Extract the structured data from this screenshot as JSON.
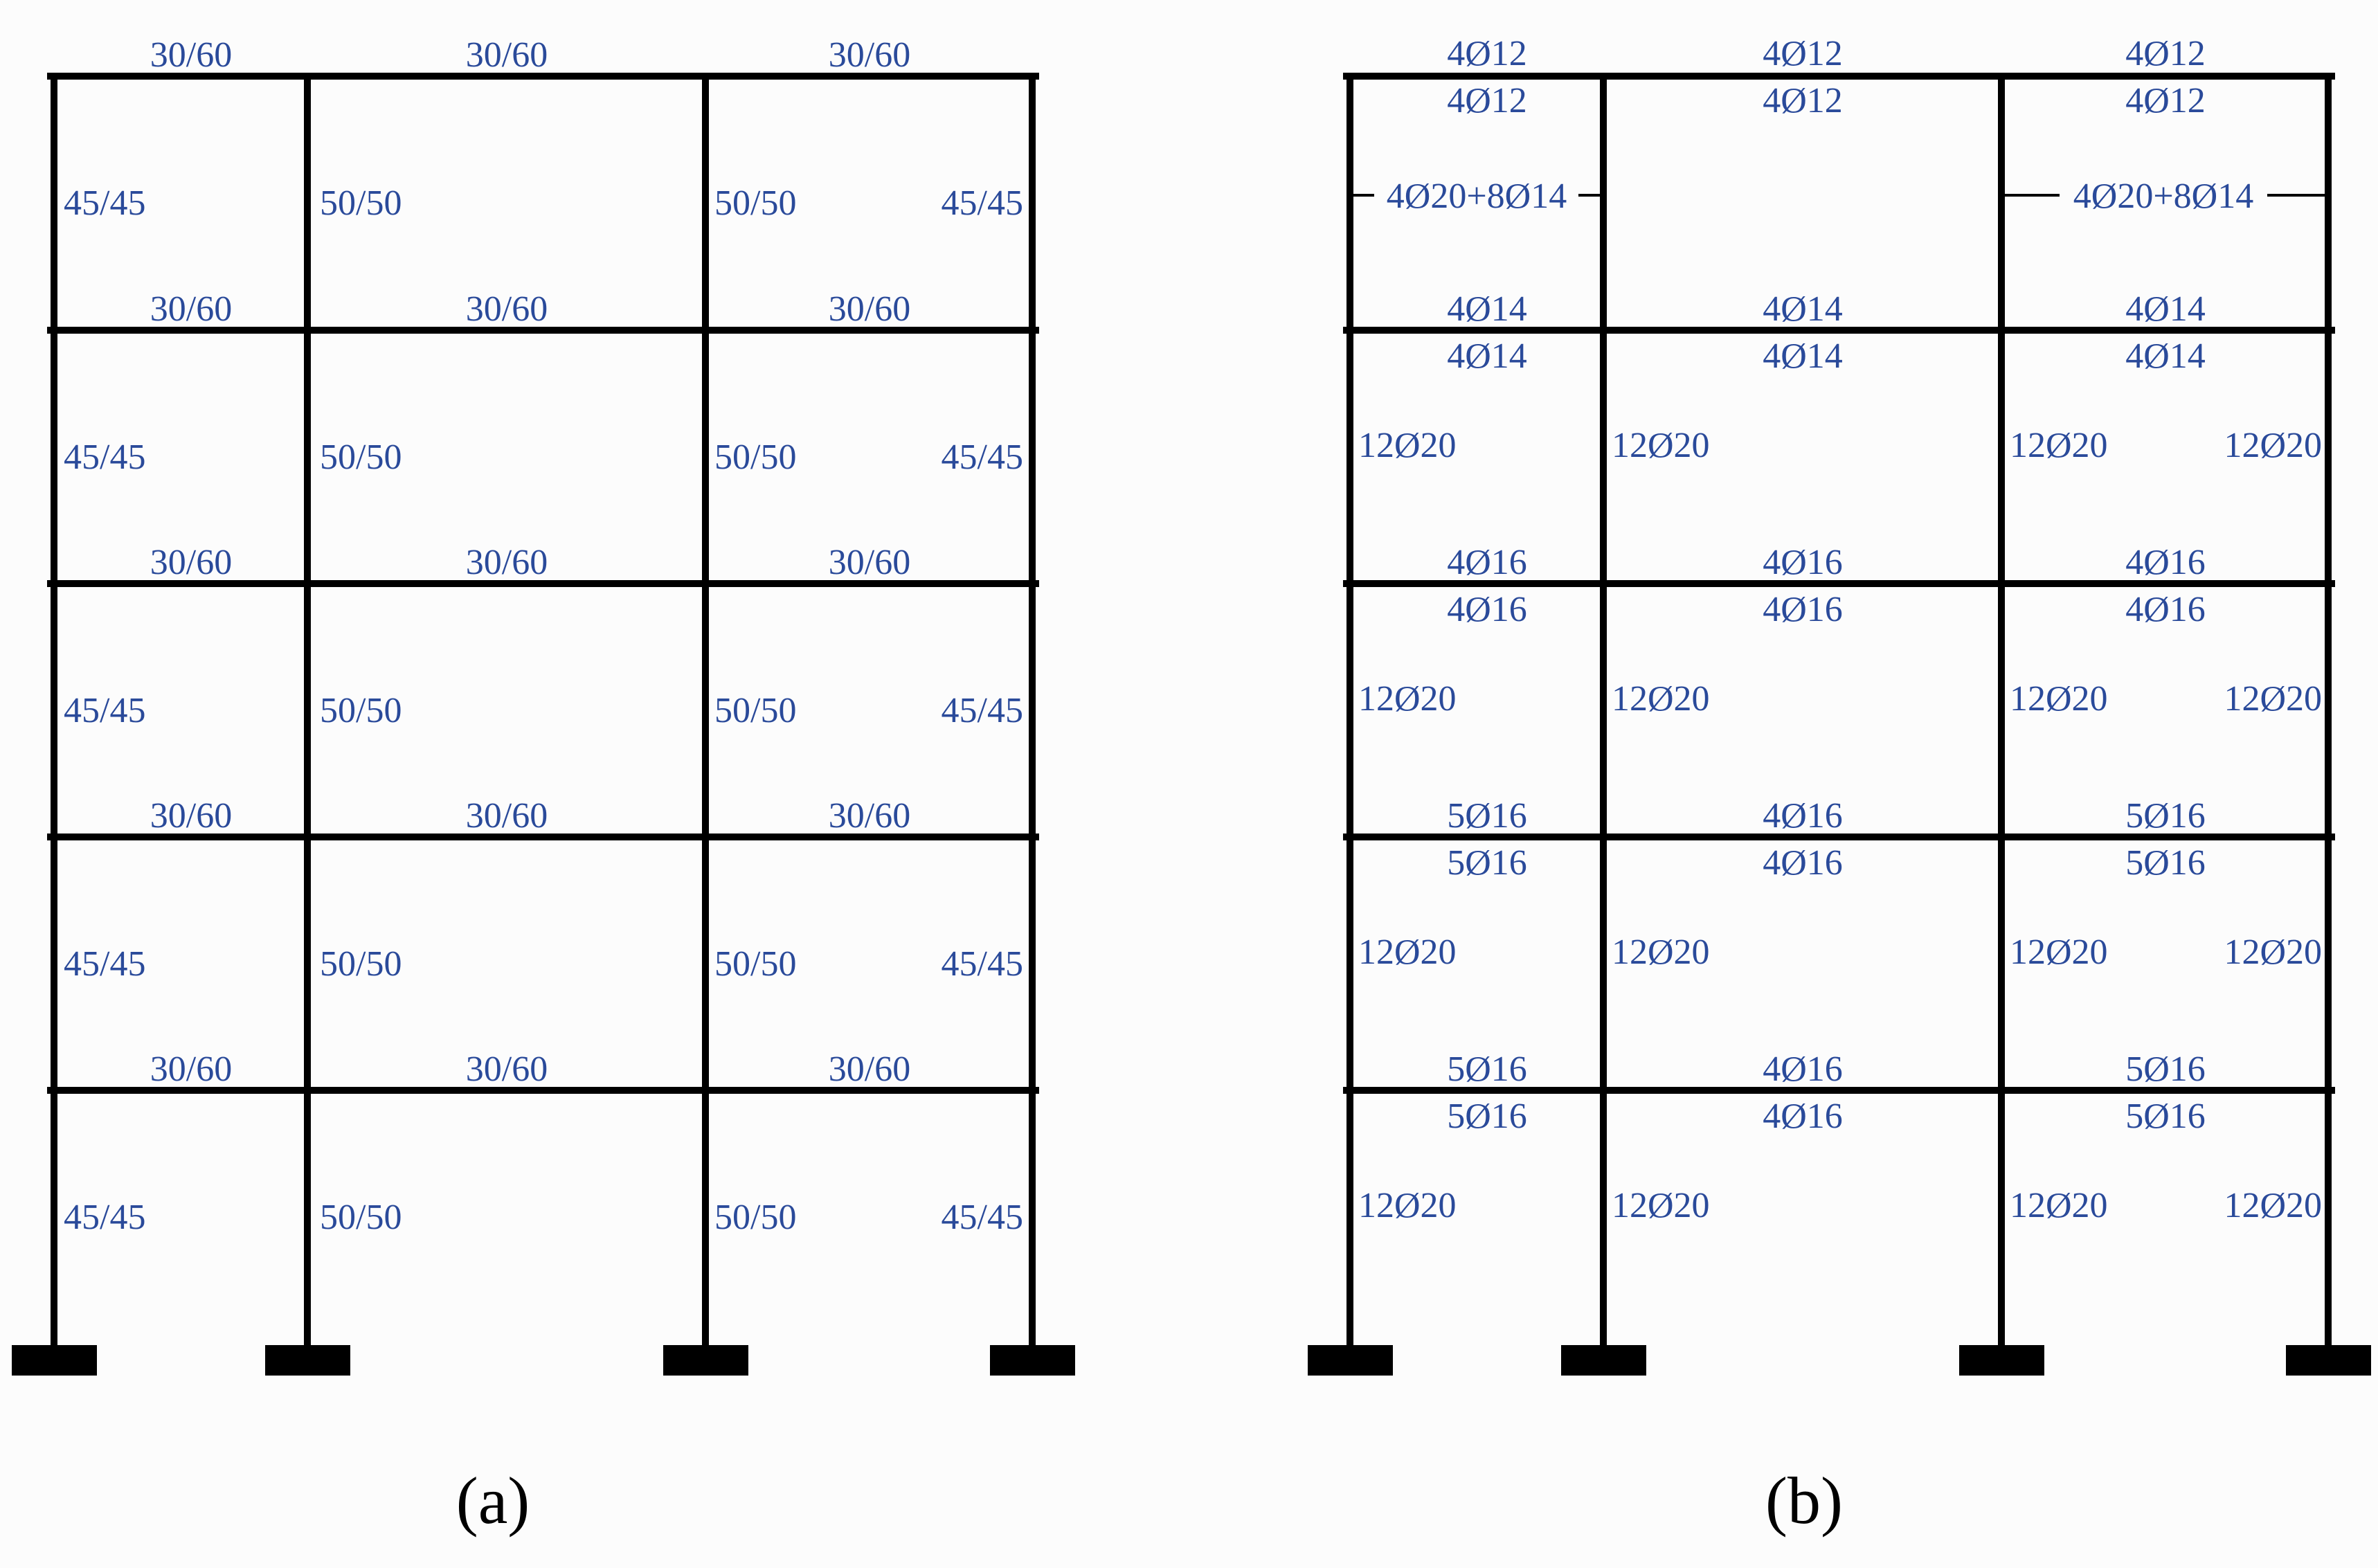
{
  "colors": {
    "frame": "#000000",
    "label": "#2a4a9a",
    "background": "#fcfcfc"
  },
  "frame_a": {
    "caption": "(a)",
    "beam_labels": [
      [
        "30/60",
        "30/60",
        "30/60"
      ],
      [
        "30/60",
        "30/60",
        "30/60"
      ],
      [
        "30/60",
        "30/60",
        "30/60"
      ],
      [
        "30/60",
        "30/60",
        "30/60"
      ],
      [
        "30/60",
        "30/60",
        "30/60"
      ]
    ],
    "column_labels": [
      [
        "45/45",
        "50/50",
        "50/50",
        "45/45"
      ],
      [
        "45/45",
        "50/50",
        "50/50",
        "45/45"
      ],
      [
        "45/45",
        "50/50",
        "50/50",
        "45/45"
      ],
      [
        "45/45",
        "50/50",
        "50/50",
        "45/45"
      ],
      [
        "45/45",
        "50/50",
        "50/50",
        "45/45"
      ]
    ]
  },
  "frame_b": {
    "caption": "(b)",
    "roof_top_labels": [
      "4Ø12",
      "4Ø12",
      "4Ø12"
    ],
    "roof_bottom_labels": [
      "4Ø12",
      "4Ø12",
      "4Ø12"
    ],
    "floor_labels": [
      {
        "above": [
          "4Ø14",
          "4Ø14",
          "4Ø14"
        ],
        "below": [
          "4Ø14",
          "4Ø14",
          "4Ø14"
        ]
      },
      {
        "above": [
          "4Ø16",
          "4Ø16",
          "4Ø16"
        ],
        "below": [
          "4Ø16",
          "4Ø16",
          "4Ø16"
        ]
      },
      {
        "above": [
          "5Ø16",
          "4Ø16",
          "5Ø16"
        ],
        "below": [
          "5Ø16",
          "4Ø16",
          "5Ø16"
        ]
      },
      {
        "above": [
          "5Ø16",
          "4Ø16",
          "5Ø16"
        ],
        "below": [
          "5Ø16",
          "4Ø16",
          "5Ø16"
        ]
      }
    ],
    "top_story_column_labels": [
      "4Ø20+8Ø14",
      "4Ø20+8Ø14"
    ],
    "column_labels": [
      [
        "12Ø20",
        "12Ø20",
        "12Ø20",
        "12Ø20"
      ],
      [
        "12Ø20",
        "12Ø20",
        "12Ø20",
        "12Ø20"
      ],
      [
        "12Ø20",
        "12Ø20",
        "12Ø20",
        "12Ø20"
      ],
      [
        "12Ø20",
        "12Ø20",
        "12Ø20",
        "12Ø20"
      ]
    ]
  }
}
